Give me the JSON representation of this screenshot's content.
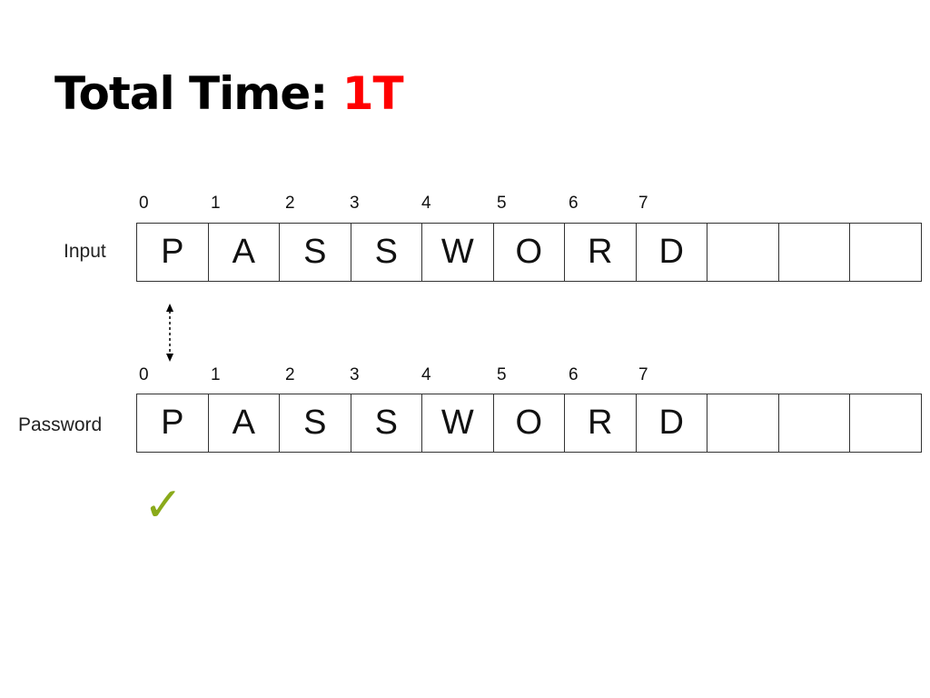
{
  "title": {
    "label": "Total Time:",
    "value": "1T",
    "value_color": "#ff0000"
  },
  "rows": [
    {
      "label": "Input",
      "indices": [
        "0",
        "1",
        "2",
        "3",
        "4",
        "5",
        "6",
        "7"
      ],
      "cells": [
        "P",
        "A",
        "S",
        "S",
        "W",
        "O",
        "R",
        "D",
        "",
        "",
        ""
      ]
    },
    {
      "label": "Password",
      "indices": [
        "0",
        "1",
        "2",
        "3",
        "4",
        "5",
        "6",
        "7"
      ],
      "cells": [
        "P",
        "A",
        "S",
        "S",
        "W",
        "O",
        "R",
        "D",
        "",
        "",
        ""
      ]
    }
  ],
  "comparison": {
    "index": 0,
    "result_icon": "checkmark-icon",
    "result_symbol": "✓",
    "result_color": "#8aaa1a"
  }
}
